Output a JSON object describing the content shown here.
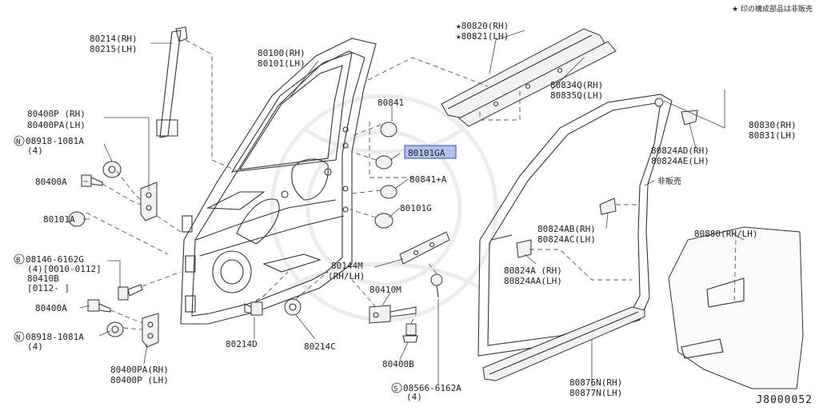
{
  "header": {
    "note": "★ 印の構成部品は非販売",
    "reference": "J8000052"
  },
  "highlight_color": "#b6c0ee",
  "labels": {
    "l80214": "80214(RH)",
    "l80215": "80215(LH)",
    "l80100": "80100(RH)",
    "l80101": "80101(LH)",
    "l80400p": "80400P (RH)",
    "l80400pa": "80400PA(LH)",
    "n08918a": "08918-1081A",
    "n08918a_q": "(4)",
    "l80400a_top": "80400A",
    "l80101a": "80101A",
    "b08146": "08146-6162G",
    "b08146_q": "(4)[0010-0112]",
    "l80410b": "80410B",
    "l80410b_d": "[0112-     ]",
    "l80400a_mid": "80400A",
    "n08918b": "08918-1081A",
    "n08918b_q": "(4)",
    "l80400pa_b": "80400PA(RH)",
    "l80400p_b": "80400P (LH)",
    "l80841": "80841",
    "l80101ga": "80101GA",
    "l80841a": "80841+A",
    "l80101g": "80101G",
    "l80144m": "80144M",
    "l80144m_s": "(RH/LH)",
    "l80410m": "80410M",
    "l80400b": "80400B",
    "s08566": "08566-6162A",
    "s08566_q": "(4)",
    "l80214d": "80214D",
    "l80214c": "80214C",
    "l80820": "★80820(RH)",
    "l80821": "★80821(LH)",
    "l80834q": "80834Q(RH)",
    "l80835q": "80835Q(LH)",
    "l80830": "80830(RH)",
    "l80831": "80831(LH)",
    "l80824ad": "80824AD(RH)",
    "l80824ae": "80824AE(LH)",
    "hibaihin": "非販売",
    "l80824ab": "80824AB(RH)",
    "l80824ac": "80824AC(LH)",
    "l80824a": "80824A  (RH)",
    "l80824aa": "80824AA(LH)",
    "l80880": "80880(RH/LH)",
    "l80876n": "80876N(RH)",
    "l80877n": "80877N(LH)"
  }
}
